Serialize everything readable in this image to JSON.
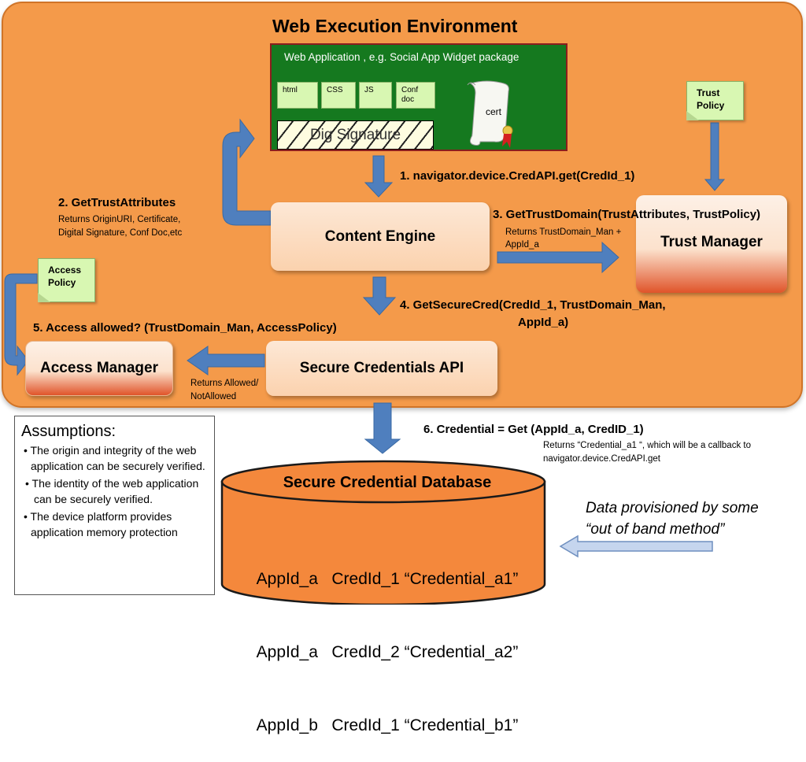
{
  "env_title": "Web Execution Environment",
  "web_app": {
    "title": "Web Application , e.g. Social App Widget package",
    "files": [
      "html",
      "CSS",
      "JS",
      "Conf doc"
    ],
    "cert": "cert",
    "dig_signature": "Dig Signature"
  },
  "notes": {
    "trust_policy": "Trust Policy",
    "access_policy": "Access Policy"
  },
  "nodes": {
    "content_engine": "Content Engine",
    "trust_manager": "Trust Manager",
    "access_manager": "Access Manager",
    "secure_credentials_api": "Secure Credentials  API"
  },
  "steps": {
    "step1": "1. navigator.device.CredAPI.get(CredId_1)",
    "step2": "2. GetTrustAttributes",
    "step2_sub": [
      "Returns OriginURI, Certificate,",
      "Digital Signature, Conf Doc,etc"
    ],
    "step3": "3. GetTrustDomain(TrustAttributes, TrustPolicy)",
    "step3_sub": [
      "Returns TrustDomain_Man +",
      "AppId_a"
    ],
    "step4": [
      "4. GetSecureCred(CredId_1, TrustDomain_Man,",
      "AppId_a)"
    ],
    "step5": "5. Access allowed? (TrustDomain_Man, AccessPolicy)",
    "step5_sub": [
      "Returns  Allowed/",
      "NotAllowed"
    ],
    "step6": "6. Credential = Get (AppId_a, CredID_1)",
    "step6_sub": [
      "Returns  “Credential_a1 “, which will be a callback to",
      "navigator.device.CredAPI.get"
    ]
  },
  "assumptions": {
    "title": "Assumptions:",
    "items": [
      "The origin and integrity of the web application can be securely verified.",
      "The identity of the web application can be securely verified.",
      "The device platform provides application memory protection"
    ]
  },
  "database": {
    "title": "Secure Credential Database",
    "rows": [
      "AppId_a   CredId_1 “Credential_a1”",
      "AppId_a   CredId_2 “Credential_a2”",
      "AppId_b   CredId_1 “Credential_b1”"
    ]
  },
  "provisioning_note": [
    "Data provisioned by some",
    "“out of band method”"
  ],
  "colors": {
    "environment": "#f49a4a",
    "web_app_bg": "#15791f",
    "arrow": "#4f7fbe",
    "note": "#d8f7b2",
    "database": "#f4883c"
  }
}
